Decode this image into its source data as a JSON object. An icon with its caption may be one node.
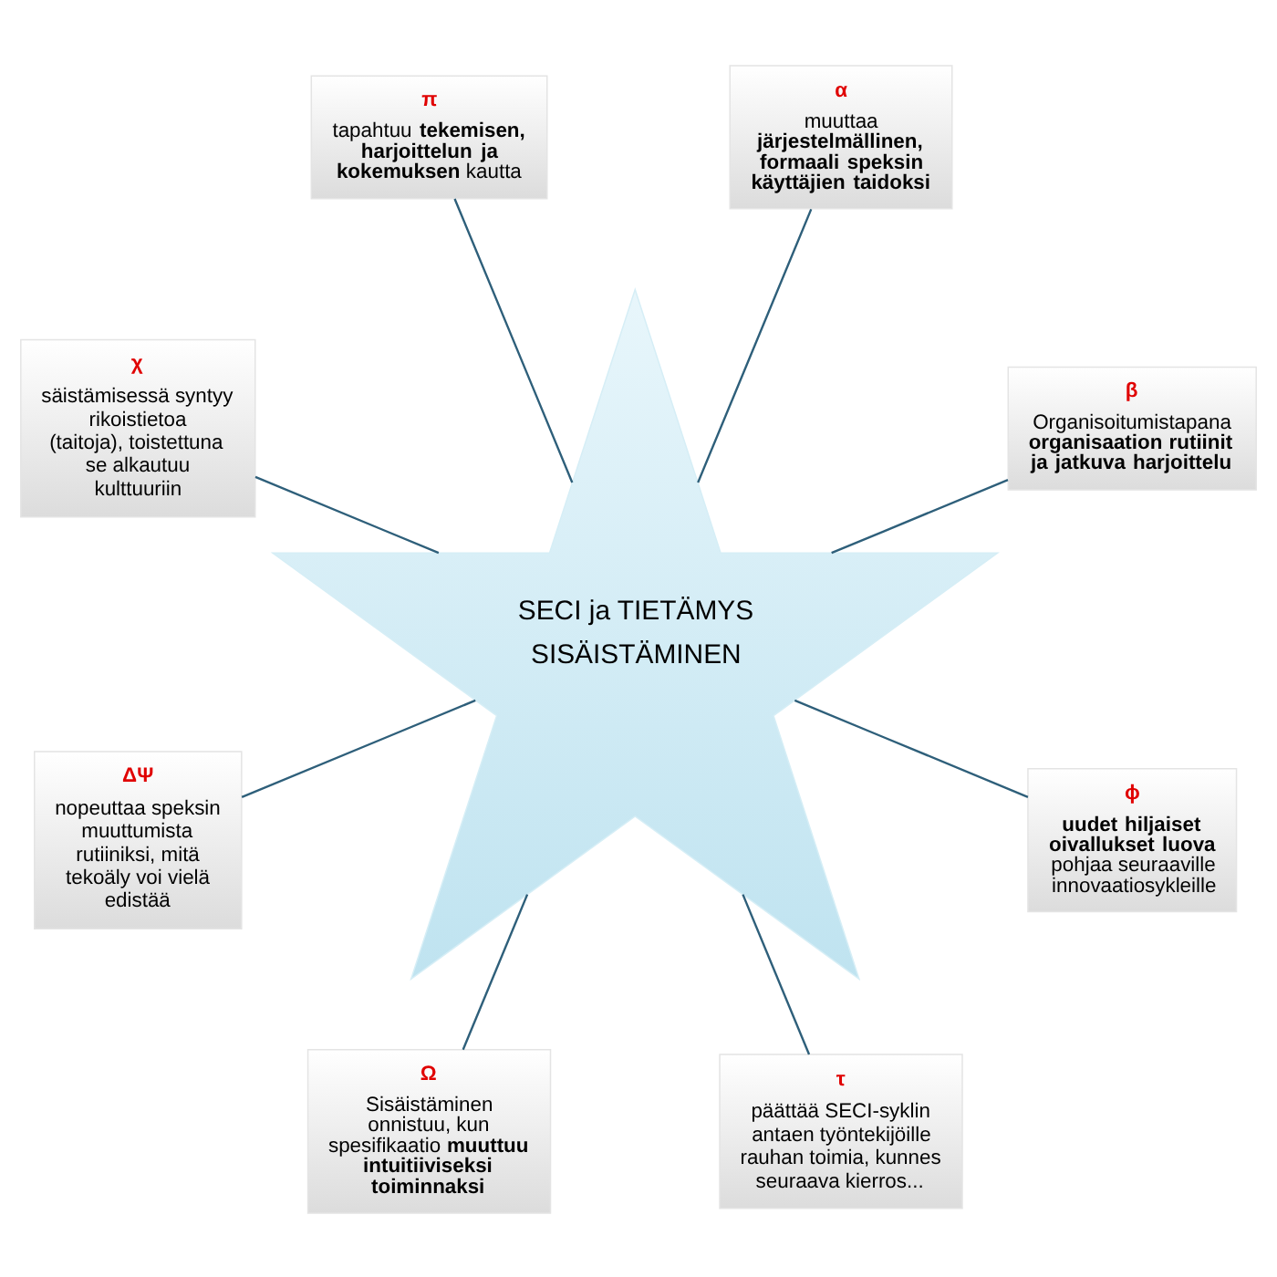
{
  "diagram": {
    "nodes": [
      {
        "text": [
          "α",
          "muuttaa **järjestelmällinen, formaali speksin käyttäjien taidoksi**"
        ]
      },
      {
        "text": [
          "π",
          "tapahtuu **tekemisen, harjoittelun ja kokemuksen** kautta"
        ]
      },
      {
        "text": [
          "β",
          "Organisoitumistapana **organisaation rutiinit ja jatkuva harjoittelu**"
        ]
      },
      {
        "text": [
          "χ",
          "säistämisessä syntyy rikoistietoa (taitoja), toistettuna se alkautuu kulttuuriin"
        ]
      },
      {
        "text": [
          "SECI ja TIETÄMYS",
          "SISÄISTÄMINEN"
        ]
      },
      {
        "text": [
          "ϕ",
          "**uudet hiljaiset oivallukset luova** pohjaa seuraaville innovaatiosykleille"
        ]
      },
      {
        "text": [
          "ΔΨ",
          "nopeuttaa speksin muuttumista rutiiniksi, mitä tekoäly voi vielä edistää"
        ]
      },
      {
        "text": [
          "τ",
          "päättää SECI-syklin antaen työntekijöille rauhan toimia, kunnes seuraava kierros..."
        ]
      },
      {
        "text": [
          "Ω",
          "Sisäistäminen onnistuu, kun spesifikaatio **muuttuu intuitiiviseksi toiminnaksi**"
        ]
      }
    ],
    "edges": [
      {
        "from": 4,
        "to": 0,
        "arrow": "none"
      },
      {
        "from": 4,
        "to": 2,
        "arrow": "none"
      },
      {
        "from": 4,
        "to": 5,
        "arrow": "none"
      },
      {
        "from": 4,
        "to": 7,
        "arrow": "none"
      },
      {
        "from": 4,
        "to": 8,
        "arrow": "none"
      },
      {
        "from": 4,
        "to": 6,
        "arrow": "none"
      },
      {
        "from": 4,
        "to": 3,
        "arrow": "none"
      },
      {
        "from": 4,
        "to": 1,
        "arrow": "none"
      }
    ]
  }
}
